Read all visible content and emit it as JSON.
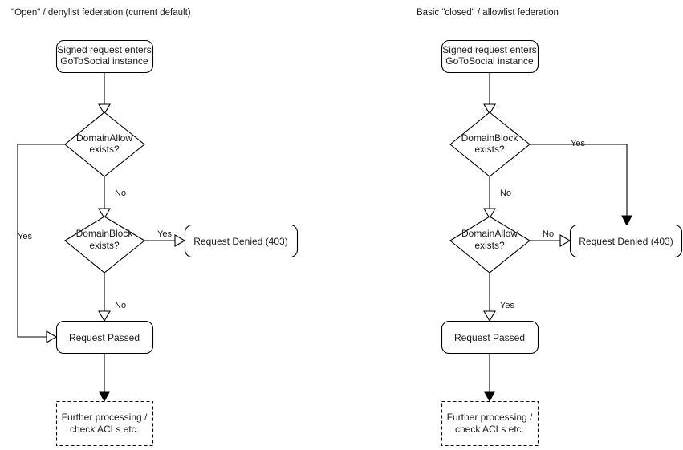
{
  "diagram": {
    "title_left": "\"Open\" / denylist federation (current default)",
    "title_right": "Basic \"closed\" / allowlist federation",
    "panels": [
      {
        "id": "left",
        "title": "\"Open\" / denylist federation (current default)",
        "nodes": {
          "entry_line1": "Signed request enters",
          "entry_line2": "GoToSocial instance",
          "decision1_line1": "DomainAllow",
          "decision1_line2": "exists?",
          "decision2_line1": "DomainBlock",
          "decision2_line2": "exists?",
          "denied": "Request Denied (403)",
          "passed": "Request Passed",
          "further_line1": "Further processing /",
          "further_line2": "check ACLs etc."
        },
        "edge_labels": {
          "allow_yes": "Yes",
          "allow_no": "No",
          "block_yes": "Yes",
          "block_no": "No"
        }
      },
      {
        "id": "right",
        "title": "Basic \"closed\" / allowlist federation",
        "nodes": {
          "entry_line1": "Signed request enters",
          "entry_line2": "GoToSocial instance",
          "decision1_line1": "DomainBlock",
          "decision1_line2": "exists?",
          "decision2_line1": "DomainAllow",
          "decision2_line2": "exists?",
          "denied": "Request Denied (403)",
          "passed": "Request Passed",
          "further_line1": "Further processing /",
          "further_line2": "check ACLs etc."
        },
        "edge_labels": {
          "block_yes": "Yes",
          "block_no": "No",
          "allow_no": "No",
          "allow_yes": "Yes"
        }
      }
    ],
    "colors": {
      "stroke": "#000000",
      "fill": "#ffffff",
      "text": "#1a1a1a",
      "background": "#ffffff"
    }
  }
}
